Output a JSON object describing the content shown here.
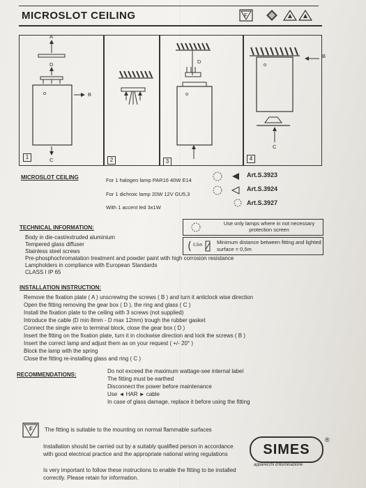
{
  "doc": {
    "title": "MICROSLOT CEILING",
    "header_symbols": [
      "F",
      "◆",
      "△",
      "△"
    ],
    "panels": {
      "p1": {
        "num": "1",
        "label_a": "A",
        "label_d": "D",
        "label_b": "B",
        "label_c": "C",
        "label_o": "o"
      },
      "p2": {
        "num": "2"
      },
      "p3": {
        "num": "3",
        "label_d": "D",
        "label_o": "o"
      },
      "p4": {
        "num": "4",
        "label_b": "B",
        "label_c": "C",
        "label_o": "o"
      }
    },
    "product": {
      "name": "MICROSLOT CEILING",
      "variants": [
        {
          "desc": "For 1 halogen lamp PAR16 40W  E14",
          "art": "Art.S.3923"
        },
        {
          "desc": "For 1 dichroic lamp 20W  12V  GU5,3",
          "art": "Art.S.3924"
        },
        {
          "desc": "With 1 accent led 3x1W",
          "art": "Art.S.3927"
        }
      ]
    },
    "technical": {
      "heading": "TECHNICAL INFORMATION:",
      "lines": [
        "Body in die-cast/extruded aluminium",
        "Tempered glass diffuser",
        "Stainless steel screws",
        "Pre-phosphochromatation treatment and powder paint with high corrosion resistance",
        "Lampholders in compliance with European Standards",
        "CLASS I      IP 65"
      ],
      "box1": "Use only lamps where in not necessary protection screen",
      "box2": "Minimum distance between fitting and lighted surface = 0,5m",
      "box2_icon_label": "0,5m"
    },
    "installation": {
      "heading": "INSTALLATION INSTRUCTION:",
      "lines": [
        "Remove the fixation plate ( A ) unscrewing the screws ( B ) and turn it anticlock wise direction",
        "Open the fitting removing the gear box ( D ), the ring and glass ( C )",
        "Install the fixation plate to the ceiling with 3 screws (not supplied)",
        "Introduce the cable (D min 8mm - D max 12mm) trough the rubber gasket",
        "Connect the single wire to terminal block, close the gear box ( D )",
        "Insert the fitting on the fixation plate, turn it in clockwise direction and lock the screws ( B )",
        "Insert the correct lamp and adjust them as on your request  ( +/- 20° )",
        "Block the lamp with the spring",
        "Close the fitting re-installing glass and ring ( C )"
      ]
    },
    "recommendations": {
      "heading": "RECOMMENDATIONS:",
      "lines": [
        "Do not exceed the maximum wattage-see internal label",
        "The fitting must be earthed",
        "Disconnect the power before maintenance",
        "Use   ◄ HAR ►   cable",
        "In case of glass damage, replace it before using the fitting"
      ]
    },
    "footer": {
      "f_symbol": "F",
      "mounting": "The fitting is suitable to the mounting on normal flammable surfaces",
      "installation_lines": [
        "Installation should be carried out by a suitably qualified person in accordance",
        "with good electrical practice and the appropriate national wiring regulations"
      ],
      "retain_lines": [
        "Is very important to follow these instructions to enable the fitting to be installed",
        "correctly. Please retain for information."
      ],
      "brand": "SIMES",
      "brand_registered": "®",
      "brand_tagline": "apparecchi d'illuminazione"
    }
  }
}
